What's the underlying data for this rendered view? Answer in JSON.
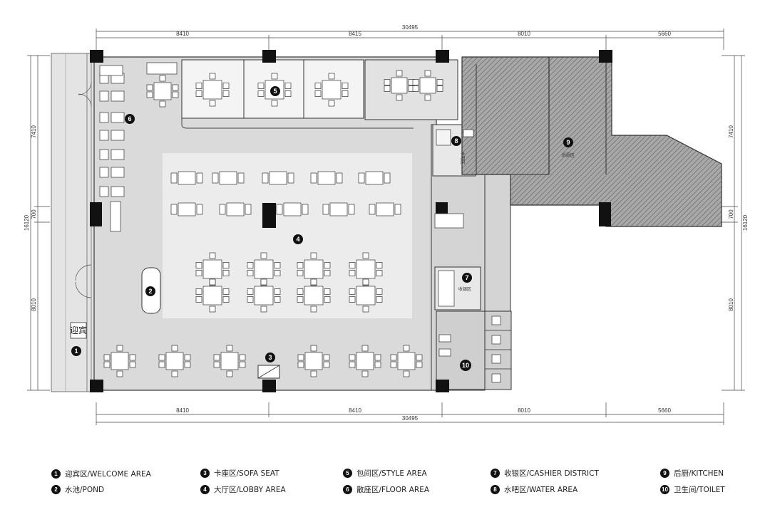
{
  "dimensions": {
    "top_total": "30495",
    "top_segments": [
      "8410",
      "8415",
      "8010",
      "5660"
    ],
    "bottom_total": "30495",
    "bottom_segments": [
      "8410",
      "8410",
      "8010",
      "5660"
    ],
    "left_total": "16120",
    "left_segments": [
      "7410",
      "700",
      "8010"
    ],
    "right_total": "16120",
    "right_segments": [
      "7410",
      "700",
      "8010"
    ]
  },
  "plan_labels": {
    "welcome_sign": "迎宾",
    "kitchen_tag": "后厨区",
    "water_tag": "水吧区",
    "cashier_tag": "收银区"
  },
  "markers": [
    "1",
    "2",
    "3",
    "4",
    "5",
    "6",
    "7",
    "8",
    "9",
    "10"
  ],
  "legend": [
    {
      "num": "1",
      "text": "迎宾区/WELCOME AREA"
    },
    {
      "num": "2",
      "text": "水池/POND"
    },
    {
      "num": "3",
      "text": "卡座区/SOFA SEAT"
    },
    {
      "num": "4",
      "text": "大厅区/LOBBY AREA"
    },
    {
      "num": "5",
      "text": "包间区/STYLE AREA"
    },
    {
      "num": "6",
      "text": "散座区/FLOOR AREA"
    },
    {
      "num": "7",
      "text": "收银区/CASHIER DISTRICT"
    },
    {
      "num": "8",
      "text": "水吧区/WATER AREA"
    },
    {
      "num": "9",
      "text": "后厨/KITCHEN"
    },
    {
      "num": "10",
      "text": "卫生间/TOILET"
    }
  ],
  "colors": {
    "floor_gray": "#d9d9d9",
    "lobby_light": "#ececec",
    "kitchen_hatch": "#9a9a9a",
    "column": "#111111",
    "marker": "#111111"
  }
}
